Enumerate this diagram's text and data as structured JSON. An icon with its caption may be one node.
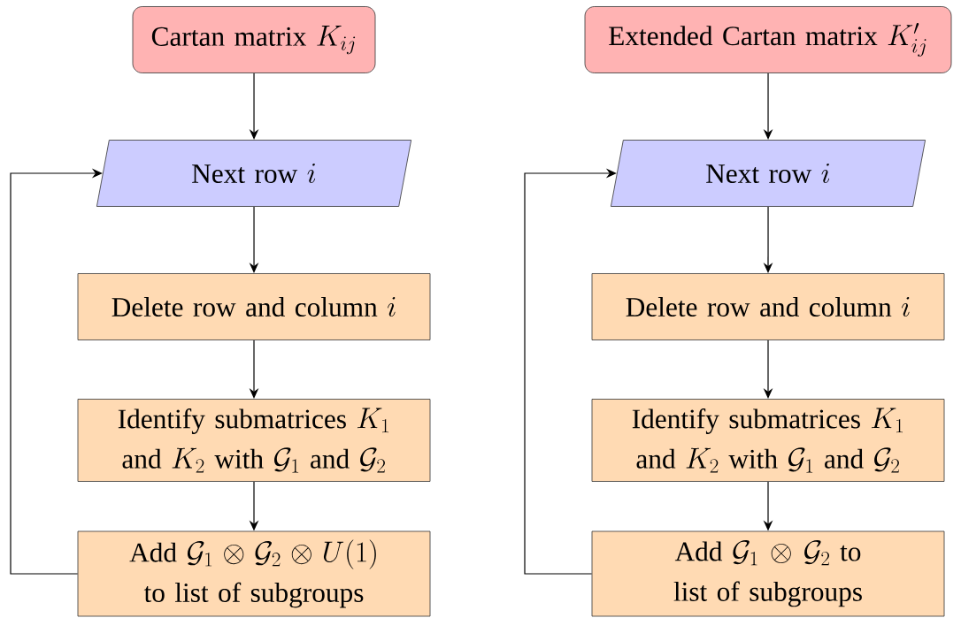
{
  "diagram": {
    "nodes": [
      {
        "text": [
          "\\text{Cartan matrix } K_{ij}"
        ]
      },
      {
        "text": [
          "\\text{Next row } i"
        ]
      },
      {
        "text": [
          "\\text{Delete row and column } i"
        ]
      },
      {
        "text": [
          "\\text{Identify submatrices } K_1\\allowbreak\\ \\text{and } K_2 \\text{ with } \\mathcal{G}_1 \\text{ and } \\mathcal{G}_2"
        ]
      },
      {
        "text": [
          "\\text{Add } \\mathcal{G}_1 \\otimes \\mathcal{G}_2 \\otimes U(1)\\allowbreak\\ \\text{to list of subgroups}"
        ]
      },
      {
        "text": [
          "\\text{Extended Cartan matrix } K'_{ij}"
        ]
      },
      {
        "text": [
          "\\text{Next row } i"
        ]
      },
      {
        "text": [
          "\\text{Delete row and column } i"
        ]
      },
      {
        "text": [
          "\\text{Identify submatrices } K_1\\allowbreak\\ \\text{and } K_2 \\text{ with } \\mathcal{G}_1 \\text{ and } \\mathcal{G}_2"
        ]
      },
      {
        "text": [
          "\\text{Add } \\mathcal{G}_1 \\otimes \\mathcal{G}_2 \\text{ to}\\allowbreak\\ \\text{list of subgroups}"
        ]
      }
    ],
    "edges": [
      {
        "from": 0,
        "to": 1,
        "arrow": "to"
      },
      {
        "from": 1,
        "to": 2,
        "arrow": "to"
      },
      {
        "from": 2,
        "to": 3,
        "arrow": "to"
      },
      {
        "from": 3,
        "to": 4,
        "arrow": "to"
      },
      {
        "from": 4,
        "to": 1,
        "arrow": "to"
      },
      {
        "from": 5,
        "to": 6,
        "arrow": "to"
      },
      {
        "from": 6,
        "to": 7,
        "arrow": "to"
      },
      {
        "from": 7,
        "to": 8,
        "arrow": "to"
      },
      {
        "from": 8,
        "to": 9,
        "arrow": "to"
      },
      {
        "from": 9,
        "to": 6,
        "arrow": "to"
      }
    ]
  }
}
